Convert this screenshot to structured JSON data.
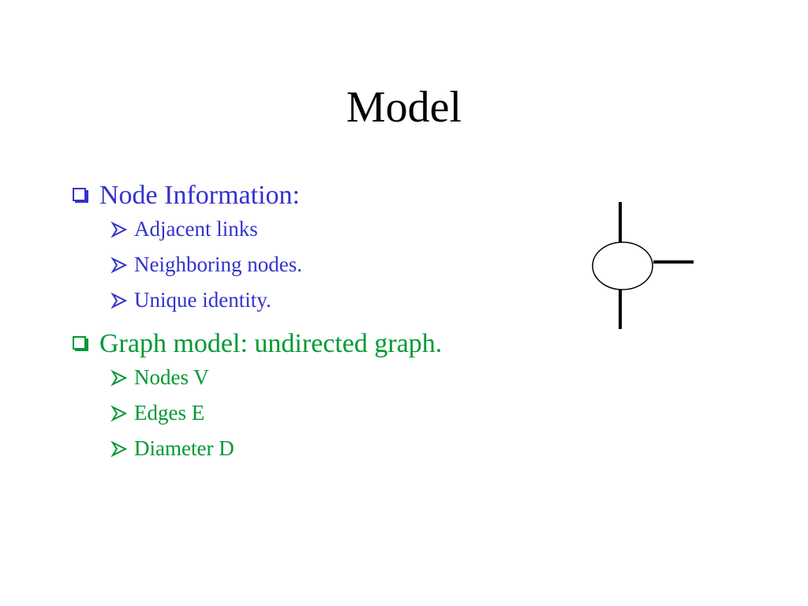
{
  "slide": {
    "title": "Model",
    "sections": [
      {
        "heading": "Node Information:",
        "color": "#3333cc",
        "items": [
          "Adjacent links",
          "Neighboring nodes.",
          "Unique identity."
        ]
      },
      {
        "heading": "Graph model: undirected graph.",
        "color": "#009933",
        "items": [
          "Nodes V",
          "Edges E",
          "Diameter D"
        ]
      }
    ]
  },
  "diagram": {
    "node_icon": "node-with-adjacent-links"
  }
}
